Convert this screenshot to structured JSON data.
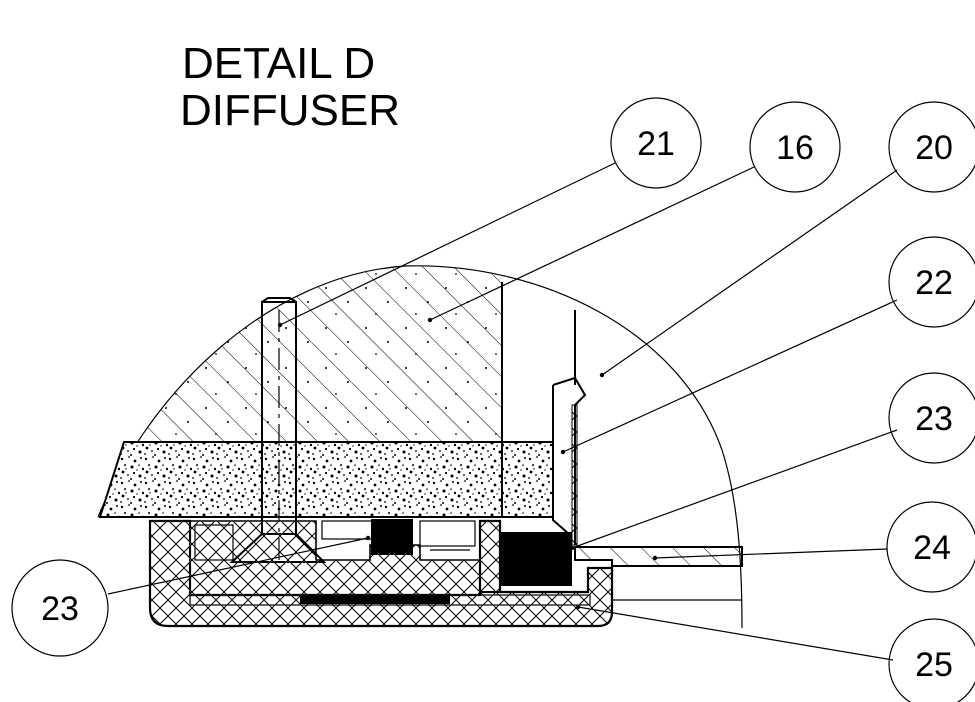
{
  "title": {
    "line1": "DETAIL D",
    "line2": "DIFFUSER"
  },
  "callouts": [
    {
      "id": "c21",
      "label": "21"
    },
    {
      "id": "c16",
      "label": "16"
    },
    {
      "id": "c20",
      "label": "20"
    },
    {
      "id": "c22",
      "label": "22"
    },
    {
      "id": "c23r",
      "label": "23"
    },
    {
      "id": "c24",
      "label": "24"
    },
    {
      "id": "c23l",
      "label": "23"
    },
    {
      "id": "c25",
      "label": "25"
    }
  ],
  "colors": {
    "line": "#000000",
    "background": "#ffffff"
  }
}
